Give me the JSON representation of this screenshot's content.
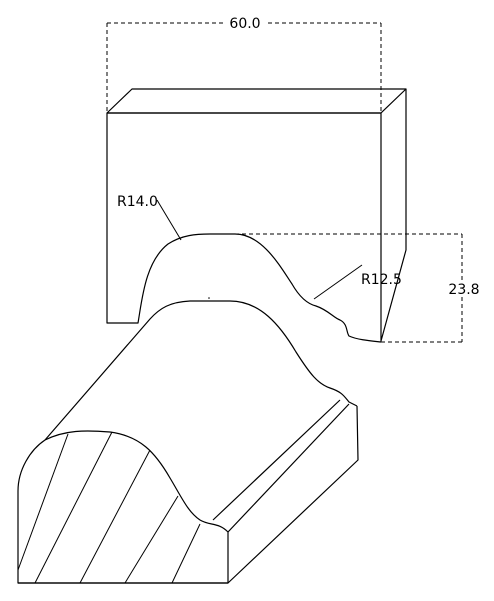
{
  "dimensions": {
    "width_label": "60.0",
    "height_label": "23.8",
    "radius_large_label": "R14.0",
    "radius_small_label": "R12.5"
  },
  "colors": {
    "line": "#000000",
    "background": "#ffffff"
  }
}
